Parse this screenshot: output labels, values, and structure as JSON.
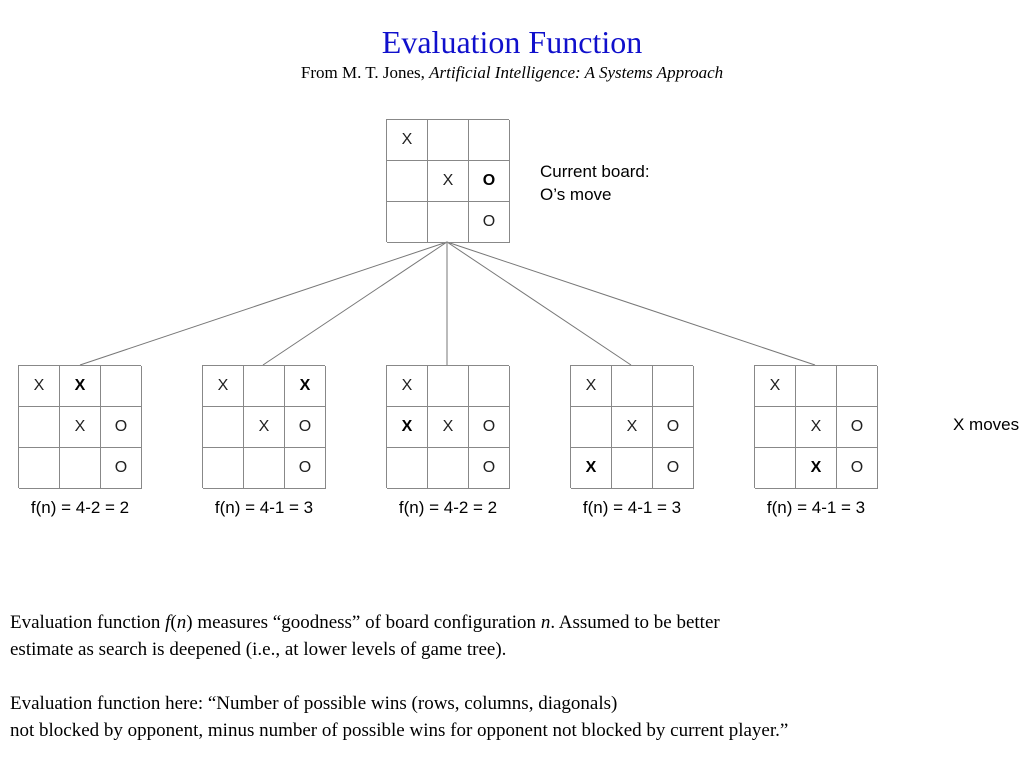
{
  "title": "Evaluation Function",
  "subtitle": {
    "prefix": "From M. T. Jones, ",
    "book": "Artificial Intelligence:  A Systems Approach"
  },
  "current_board": {
    "label_line1": "Current board:",
    "label_line2": "O’s move",
    "cells": [
      "X",
      "",
      "",
      "",
      "X",
      "O",
      "",
      "",
      "O"
    ],
    "bold": [
      false,
      false,
      false,
      false,
      false,
      true,
      false,
      false,
      false
    ]
  },
  "children": [
    {
      "cells": [
        "X",
        "X",
        "",
        "",
        "X",
        "O",
        "",
        "",
        "O"
      ],
      "bold": [
        false,
        true,
        false,
        false,
        false,
        false,
        false,
        false,
        false
      ],
      "label": "f(n) = 4-2 = 2"
    },
    {
      "cells": [
        "X",
        "",
        "X",
        "",
        "X",
        "O",
        "",
        "",
        "O"
      ],
      "bold": [
        false,
        false,
        true,
        false,
        false,
        false,
        false,
        false,
        false
      ],
      "label": "f(n) = 4-1 = 3"
    },
    {
      "cells": [
        "X",
        "",
        "",
        "X",
        "X",
        "O",
        "",
        "",
        "O"
      ],
      "bold": [
        false,
        false,
        false,
        true,
        false,
        false,
        false,
        false,
        false
      ],
      "label": "f(n) = 4-2 = 2"
    },
    {
      "cells": [
        "X",
        "",
        "",
        "",
        "X",
        "O",
        "X",
        "",
        "O"
      ],
      "bold": [
        false,
        false,
        false,
        false,
        false,
        false,
        true,
        false,
        false
      ],
      "label": "f(n) = 4-1 = 3"
    },
    {
      "cells": [
        "X",
        "",
        "",
        "",
        "X",
        "O",
        "",
        "X",
        "O"
      ],
      "bold": [
        false,
        false,
        false,
        false,
        false,
        false,
        false,
        true,
        false
      ],
      "label": "f(n) = 4-1 = 3"
    }
  ],
  "level_label": "X moves",
  "paragraph1": {
    "t1": "Evaluation function ",
    "f": "f",
    "t2": "(",
    "n": "n",
    "t3": ") measures “goodness” of board configuration ",
    "n2": "n",
    "t4": ".   Assumed to be better",
    "line2": "estimate as search is deepened (i.e., at lower levels of game tree)."
  },
  "paragraph2": {
    "line1": "Evaluation function here:  “Number of possible wins (rows, columns, diagonals)",
    "line2": "not blocked by opponent, minus number of possible wins for opponent not blocked by current player.”"
  }
}
